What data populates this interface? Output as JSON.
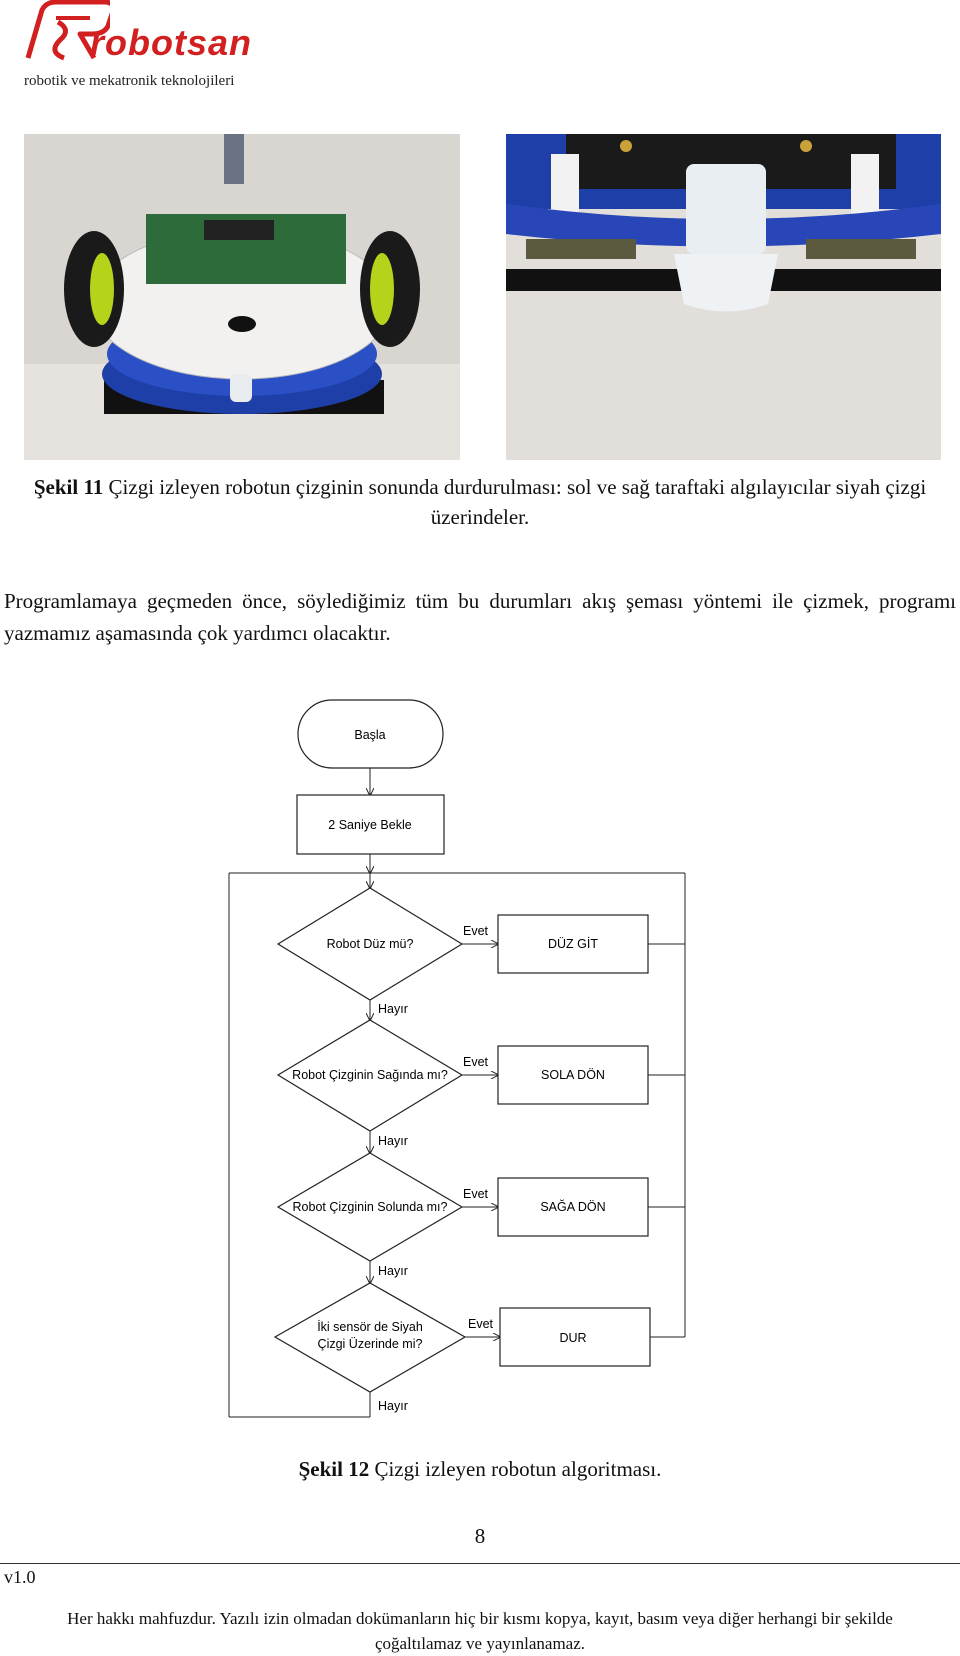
{
  "header": {
    "logo_text": "robotsan",
    "tagline": "robotik ve mekatronik teknolojileri"
  },
  "figure11": {
    "label": "Şekil 11",
    "caption_rest": " Çizgi izleyen robotun çizginin sonunda durdurulması: sol ve sağ taraftaki algılayıcılar siyah çizgi üzerindeler."
  },
  "body": {
    "paragraph": "Programlamaya geçmeden önce, söylediğimiz tüm bu durumları akış şeması yöntemi ile çizmek, programı yazmamız aşamasında çok yardımcı olacaktır."
  },
  "flowchart": {
    "start": "Başla",
    "wait": "2 Saniye Bekle",
    "decisions": [
      {
        "question_lines": [
          "Robot Düz mü?"
        ],
        "yes_label": "Evet",
        "action": "DÜZ GİT",
        "no_label": "Hayır"
      },
      {
        "question_lines": [
          "Robot Çizginin Sağında mı?"
        ],
        "yes_label": "Evet",
        "action": "SOLA DÖN",
        "no_label": "Hayır"
      },
      {
        "question_lines": [
          "Robot Çizginin Solunda mı?"
        ],
        "yes_label": "Evet",
        "action": "SAĞA DÖN",
        "no_label": "Hayır"
      },
      {
        "question_lines": [
          "İki sensör de Siyah",
          "Çizgi Üzerinde mi?"
        ],
        "yes_label": "Evet",
        "action": "DUR",
        "no_label": "Hayır"
      }
    ]
  },
  "figure12": {
    "label": "Şekil 12",
    "caption_rest": " Çizgi izleyen robotun algoritması."
  },
  "footer": {
    "page_number": "8",
    "version": "v1.0",
    "copyright_line1": "Her hakkı mahfuzdur. Yazılı izin olmadan dokümanların hiç bir kısmı kopya, kayıt, basım veya diğer herhangi bir şekilde",
    "copyright_line2": "çoğaltılamaz ve yayınlanamaz."
  },
  "colors": {
    "logo_red": "#d21f1f",
    "robot_blue": "#1f3fa8"
  }
}
